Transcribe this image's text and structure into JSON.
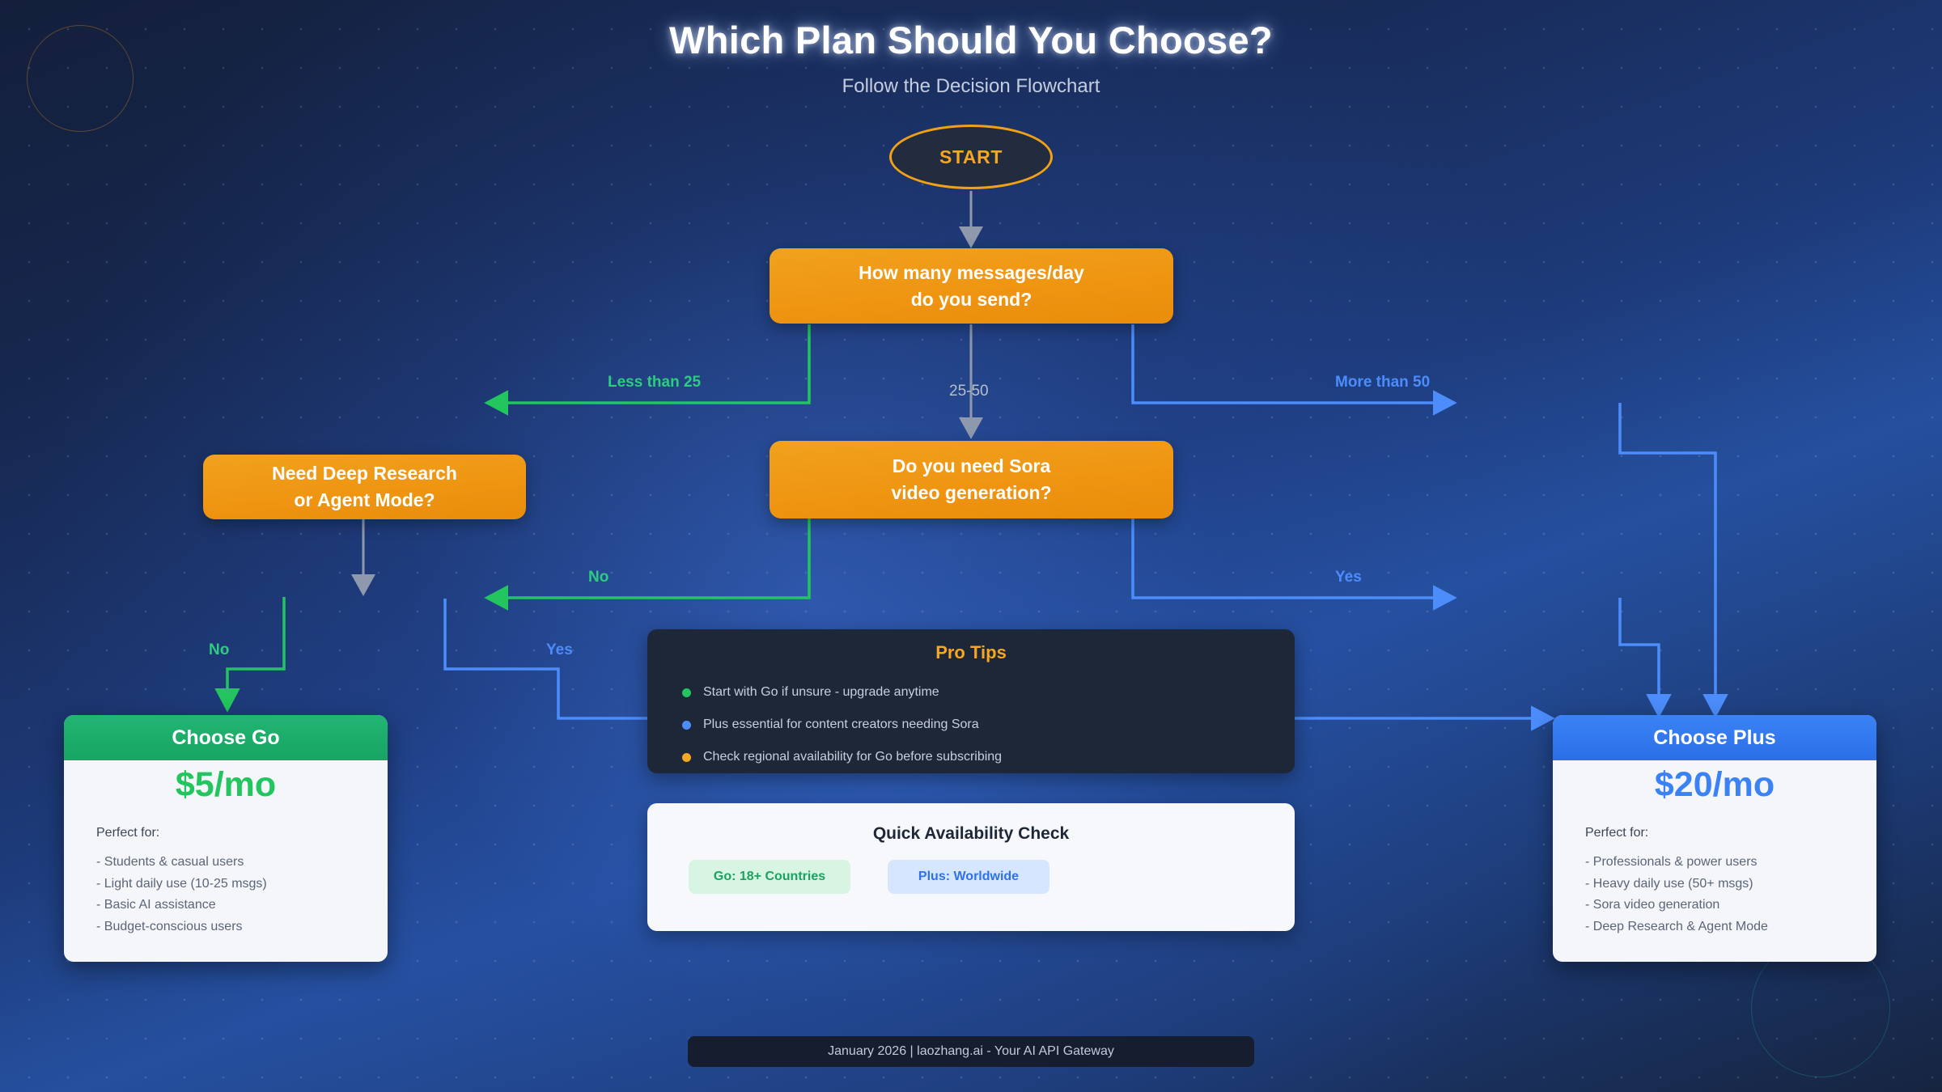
{
  "header": {
    "title": "Which Plan Should You Choose?",
    "subtitle": "Follow the Decision Flowchart"
  },
  "flow": {
    "start_label": "START",
    "decision_messages": "How many messages/day\ndo you send?",
    "decision_sora": "Do you need Sora\nvideo generation?",
    "decision_research": "Need Deep Research\nor Agent Mode?",
    "edges": {
      "less_than_25": "Less than 25",
      "between_25_50": "25-50",
      "more_than_50": "More than 50",
      "sora_no": "No",
      "sora_yes": "Yes",
      "research_no": "No",
      "tips_yes": "Yes"
    }
  },
  "plans": {
    "go": {
      "title": "Choose Go",
      "price": "$5/mo",
      "perfect_for": "Perfect for:",
      "features": [
        "- Students & casual users",
        "- Light daily use (10-25 msgs)",
        "- Basic AI assistance",
        "- Budget-conscious users"
      ]
    },
    "plus": {
      "title": "Choose Plus",
      "price": "$20/mo",
      "perfect_for": "Perfect for:",
      "features": [
        "- Professionals & power users",
        "- Heavy daily use (50+ msgs)",
        "- Sora video generation",
        "- Deep Research & Agent Mode"
      ]
    }
  },
  "pro_tips": {
    "title": "Pro Tips",
    "items": [
      {
        "text": "Start with Go if unsure - upgrade anytime",
        "dot_color": "#22c55e"
      },
      {
        "text": "Plus essential for content creators needing Sora",
        "dot_color": "#4c8dfb"
      },
      {
        "text": "Check regional availability for Go before subscribing",
        "dot_color": "#f5a623"
      }
    ]
  },
  "availability": {
    "title": "Quick Availability Check",
    "go_pill": "Go: 18+ Countries",
    "plus_pill": "Plus: Worldwide"
  },
  "footer": {
    "text": "January 2026 | laozhang.ai - Your AI API Gateway"
  },
  "colors": {
    "accent_orange": "#f5a623",
    "green": "#22c55e",
    "blue": "#4c8dfb",
    "grey_arrow": "#8e99ad",
    "background_navy": "#1b3a7a"
  }
}
